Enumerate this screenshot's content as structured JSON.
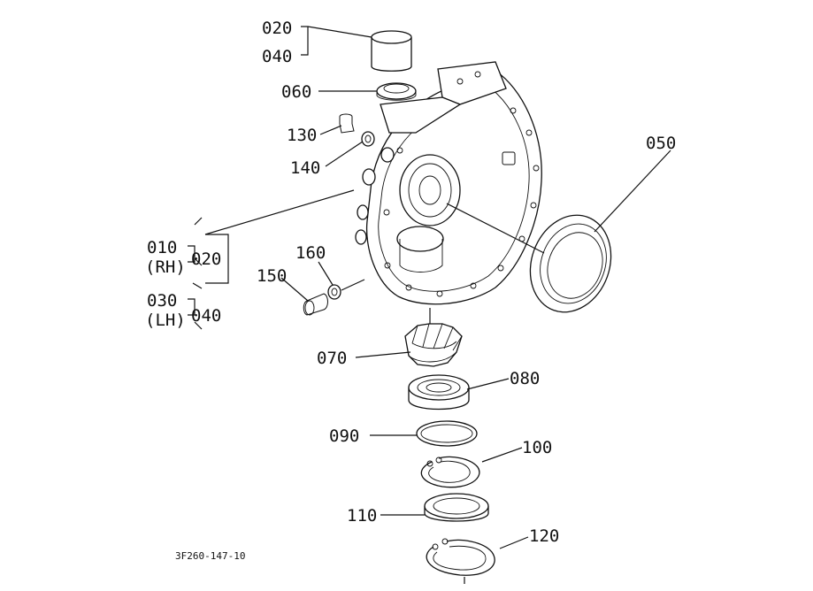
{
  "labels": {
    "p020_top": "020",
    "p040_top": "040",
    "p060": "060",
    "p130": "130",
    "p140": "140",
    "p050": "050",
    "p010": "010",
    "rh": "(RH)",
    "p020_side": "020",
    "p030": "030",
    "lh": "(LH)",
    "p040_side": "040",
    "p150": "150",
    "p160": "160",
    "p070": "070",
    "p080": "080",
    "p090": "090",
    "p100": "100",
    "p110": "110",
    "p120": "120"
  },
  "drawing_code": "3F260-147-10"
}
